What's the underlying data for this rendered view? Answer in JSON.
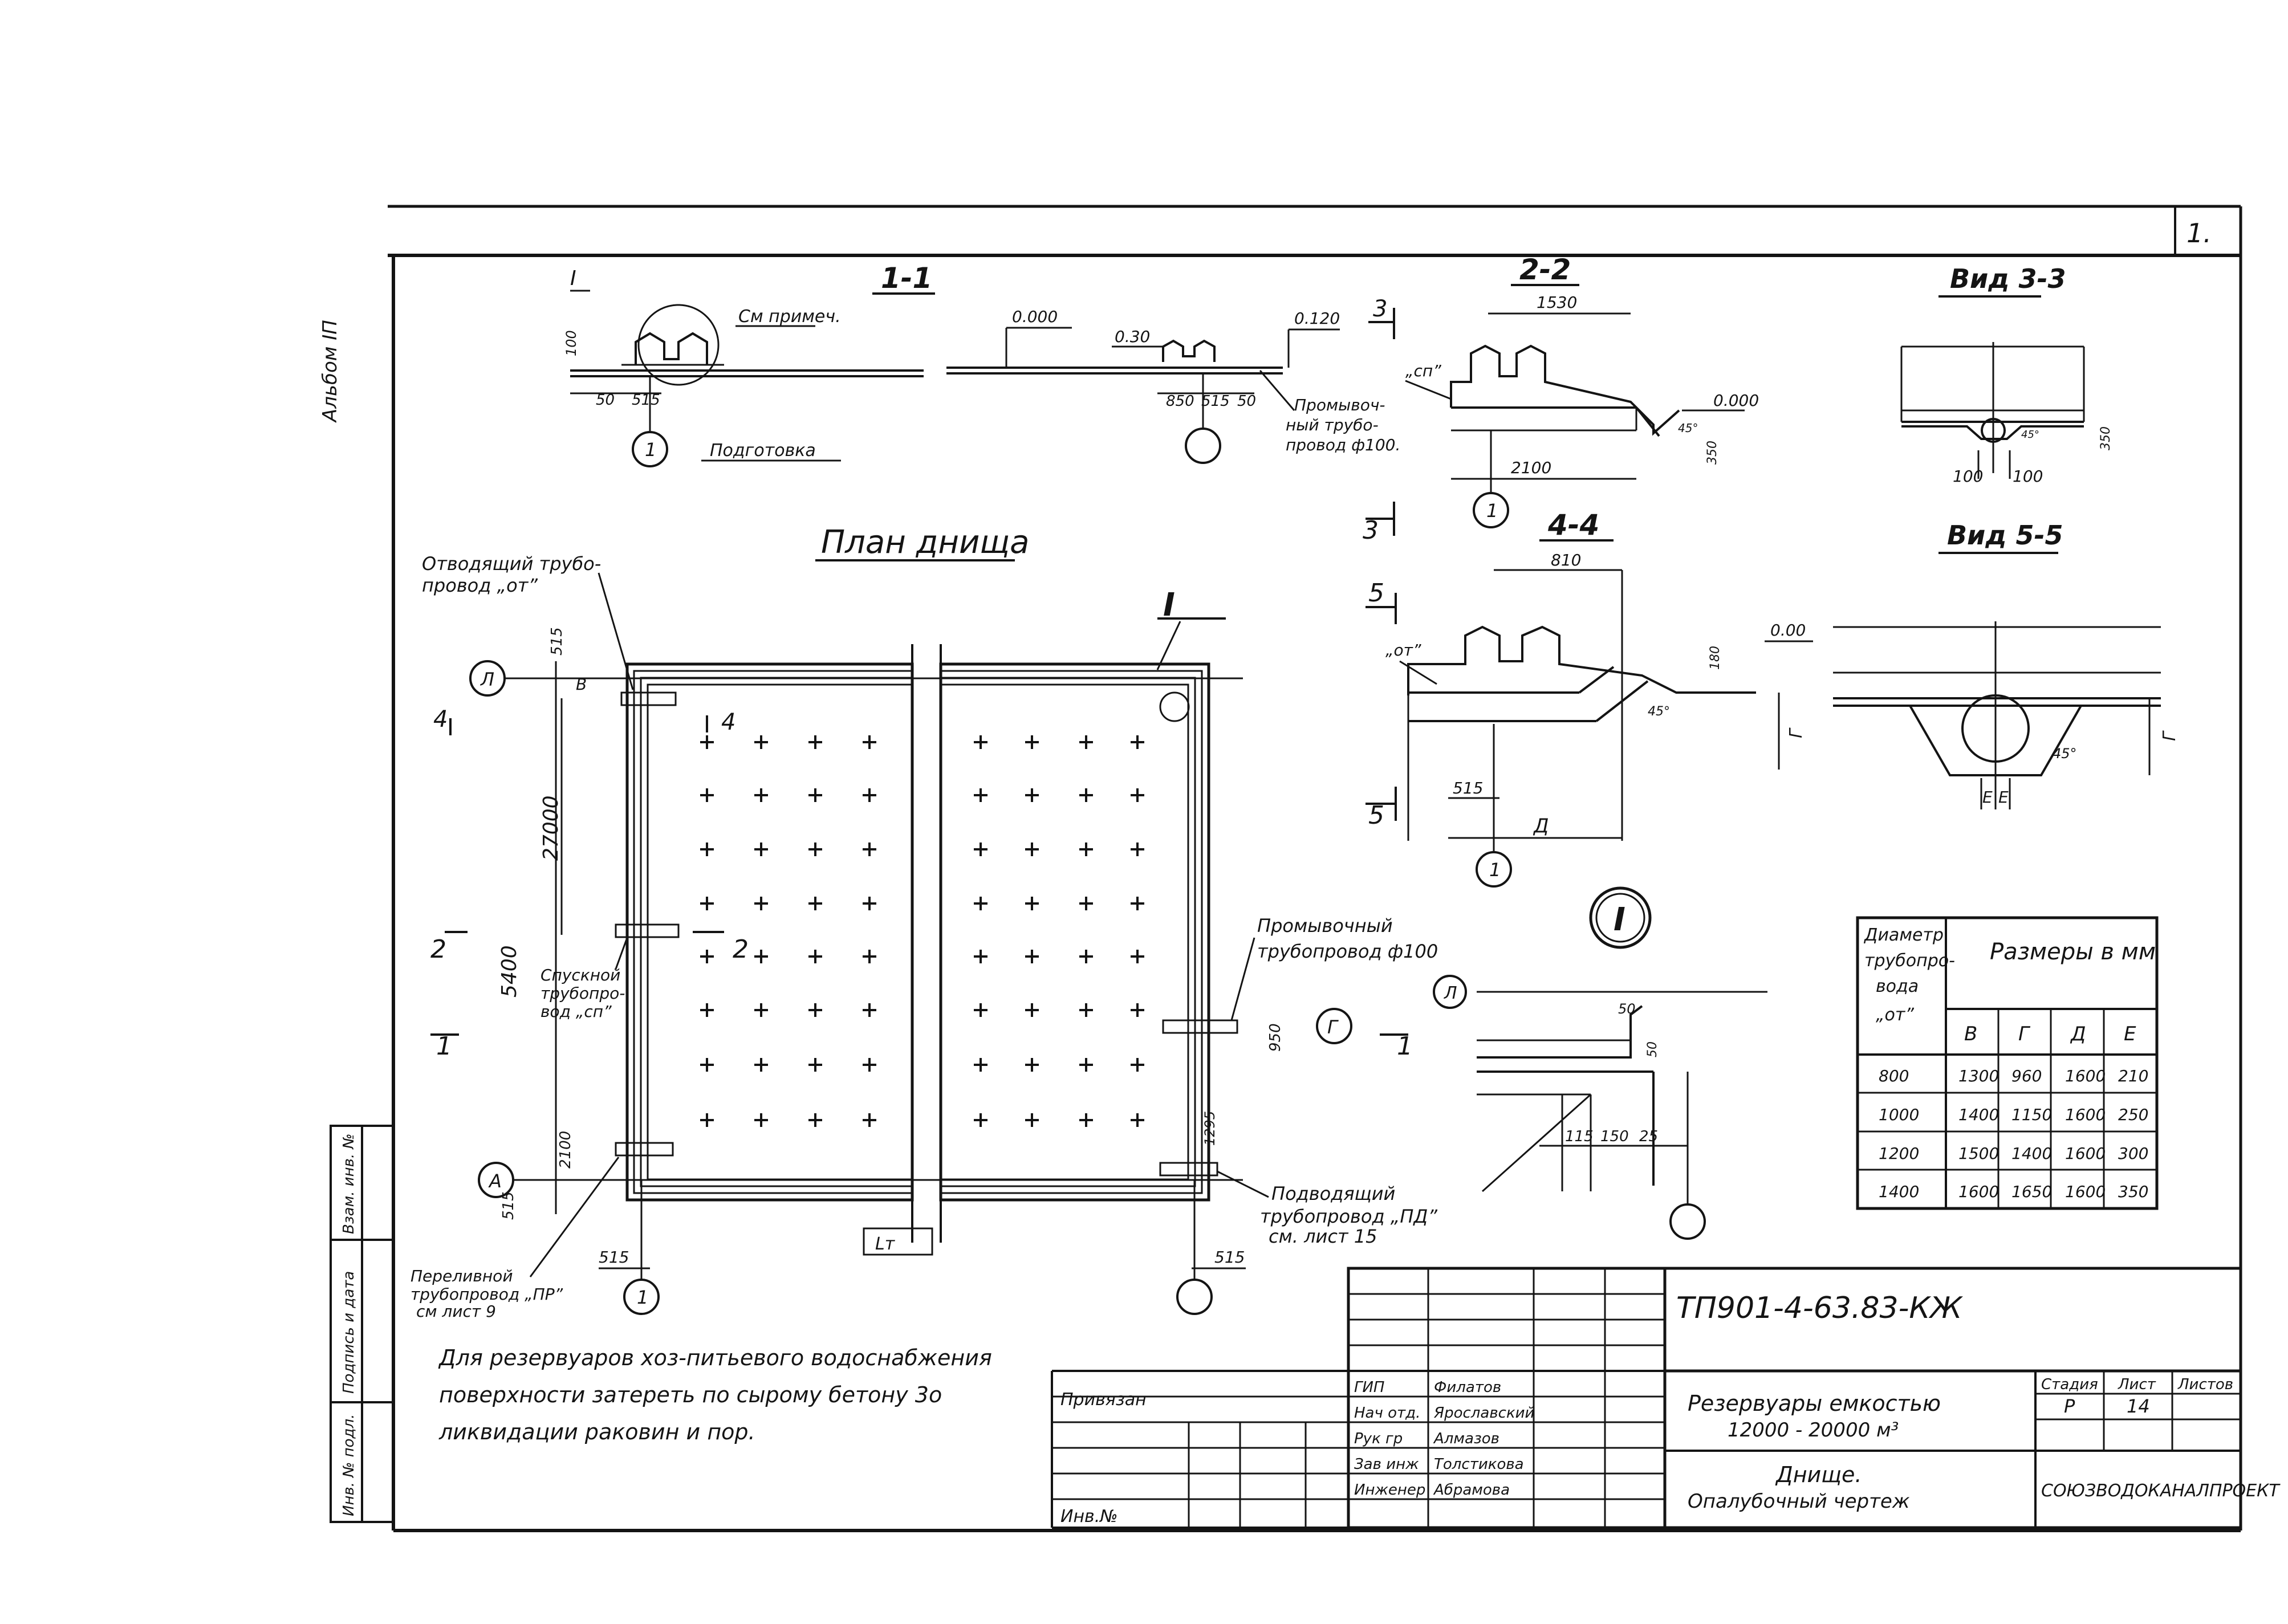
{
  "sheet": {
    "corner_number": "1.",
    "album_label": "Альбом IП",
    "sections": {
      "s11": "1-1",
      "s22": "2-2",
      "s33": "Вид 3-3",
      "s44": "4-4",
      "s55": "Вид 5-5",
      "detail_mark": "I"
    },
    "plan": {
      "title": "План днища",
      "leader_I": "I",
      "axis_L": "Л",
      "axis_A": "А",
      "axis_G": "Г",
      "axis_1": "1",
      "dim_515_top": "515",
      "dim_27000": "27000",
      "dim_5400": "5400",
      "dim_2100": "2100",
      "dim_515_bot": "515",
      "dim_515_left": "515",
      "dim_515_right": "515",
      "dim_950": "950",
      "dim_1295": "1295",
      "dim_v": "В",
      "cut4": "4",
      "cut2": "2",
      "cut1": "1",
      "bottom_label": "Lт",
      "pipe_otv": [
        "Отводящий трубо-",
        "провод „от”"
      ],
      "pipe_sp": [
        "Спускной",
        "трубопро-",
        "вод „сп”"
      ],
      "pipe_pr": [
        "Переливной",
        "трубопровод „ПР”",
        "см лист 9"
      ],
      "pipe_prom": [
        "Промывочный",
        "трубопровод ф100"
      ],
      "pipe_pd": [
        "Подводящий",
        "трубопровод „ПД”",
        "см. лист 15"
      ]
    },
    "s11_labels": {
      "mark": "I",
      "note": "См примеч.",
      "h100": "100",
      "d50": "50",
      "d515": "515",
      "podg": "Подготовка",
      "l000": "0.000",
      "l030": "0.30",
      "l0120": "0.120",
      "d850": "850",
      "d515b": "515",
      "d50b": "50",
      "prom": [
        "Промывоч-",
        "ный трубо-",
        "провод ф100."
      ],
      "n3": "3"
    },
    "s22_labels": {
      "d1530": "1530",
      "sp": "„сп”",
      "l000": "0.000",
      "d2100": "2100",
      "d45": "45°",
      "h350": "350",
      "n3": "3"
    },
    "s44_labels": {
      "d810": "810",
      "ot": "„от”",
      "l000": "0.00",
      "h180": "180",
      "d45": "45°",
      "d515": "515",
      "dD": "Д",
      "hG": "Г",
      "n5": "5"
    },
    "v33_labels": {
      "h350": "350",
      "d100a": "100",
      "d100b": "100",
      "d45": "45°"
    },
    "v55_labels": {
      "d45": "45°",
      "hG": "Г",
      "e1": "Е",
      "e2": "Е"
    },
    "detI_labels": {
      "axis": "Л",
      "d50": "50",
      "d50b": "50",
      "d115": "115",
      "d150": "150",
      "d25": "25"
    },
    "table": {
      "header_pipe": [
        "Диаметр",
        "трубопро-",
        "вода",
        "„от”"
      ],
      "header_dims": "Размеры в мм",
      "cols": [
        "В",
        "Г",
        "Д",
        "Е"
      ],
      "rows": [
        [
          "800",
          "1300",
          "960",
          "1600",
          "210"
        ],
        [
          "1000",
          "1400",
          "1150",
          "1600",
          "250"
        ],
        [
          "1200",
          "1500",
          "1400",
          "1600",
          "300"
        ],
        [
          "1400",
          "1600",
          "1650",
          "1600",
          "350"
        ]
      ]
    },
    "note": [
      "Для резервуаров хоз-питьевого водоснабжения",
      "поверхности затереть по сырому бетону 3о",
      "ликвидации раковин и пор."
    ],
    "left_stamp": [
      "Инв. № подл.",
      "Подпись и дата",
      "Взам. инв. №"
    ],
    "title_block": {
      "code": "ТП901-4-63.83-КЖ",
      "privyazan": "Привязан",
      "inv": "Инв.№",
      "roles": [
        "ГИП",
        "Нач отд.",
        "Рук гр",
        "Зав инж",
        "Инженер"
      ],
      "names": [
        "Филатов",
        "Ярославский",
        "Алмазов",
        "Толстикова",
        "Абрамова"
      ],
      "project": [
        "Резервуары емкостью",
        "12000 - 20000 м³"
      ],
      "sheet_title": [
        "Днище.",
        "Опалубочный чертеж"
      ],
      "col_stage": "Стадия",
      "col_sheet": "Лист",
      "col_sheets": "Листов",
      "stage": "Р",
      "sheet_no": "14",
      "org": "СОЮЗВОДОКАНАЛПРОЕКТ"
    }
  }
}
